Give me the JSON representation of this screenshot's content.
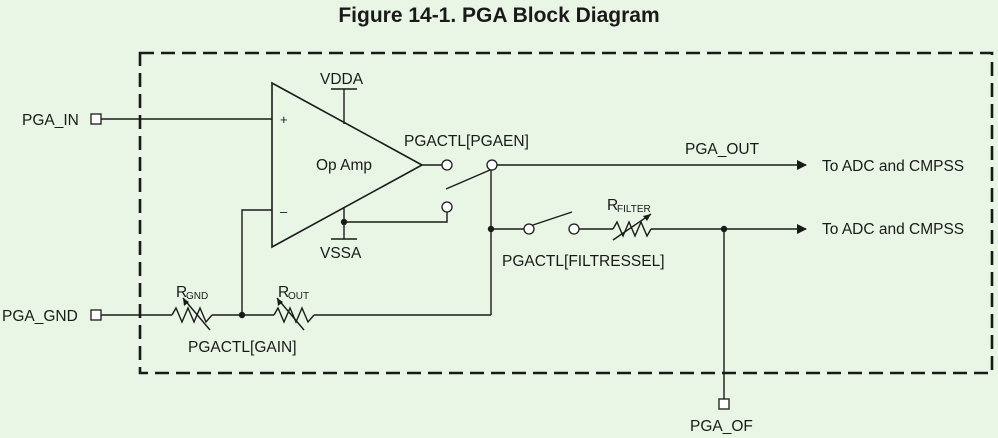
{
  "title": "Figure 14-1. PGA Block Diagram",
  "pins": {
    "pga_in": "PGA_IN",
    "pga_gnd": "PGA_GND",
    "pga_of": "PGA_OF"
  },
  "opamp": {
    "label": "Op Amp",
    "plus": "+",
    "minus": "–",
    "vdda": "VDDA",
    "vssa": "VSSA"
  },
  "switches": {
    "pgaen": "PGACTL[PGAEN]",
    "filtressel": "PGACTL[FILTRESSEL]",
    "gain": "PGACTL[GAIN]"
  },
  "resistors": {
    "rgnd": {
      "main": "R",
      "sub": "GND"
    },
    "rout": {
      "main": "R",
      "sub": "OUT"
    },
    "rfilter": {
      "main": "R",
      "sub": "FILTER"
    }
  },
  "signals": {
    "pga_out": "PGA_OUT",
    "adc_top": "To ADC and CMPSS",
    "adc_bottom": "To ADC and CMPSS"
  }
}
